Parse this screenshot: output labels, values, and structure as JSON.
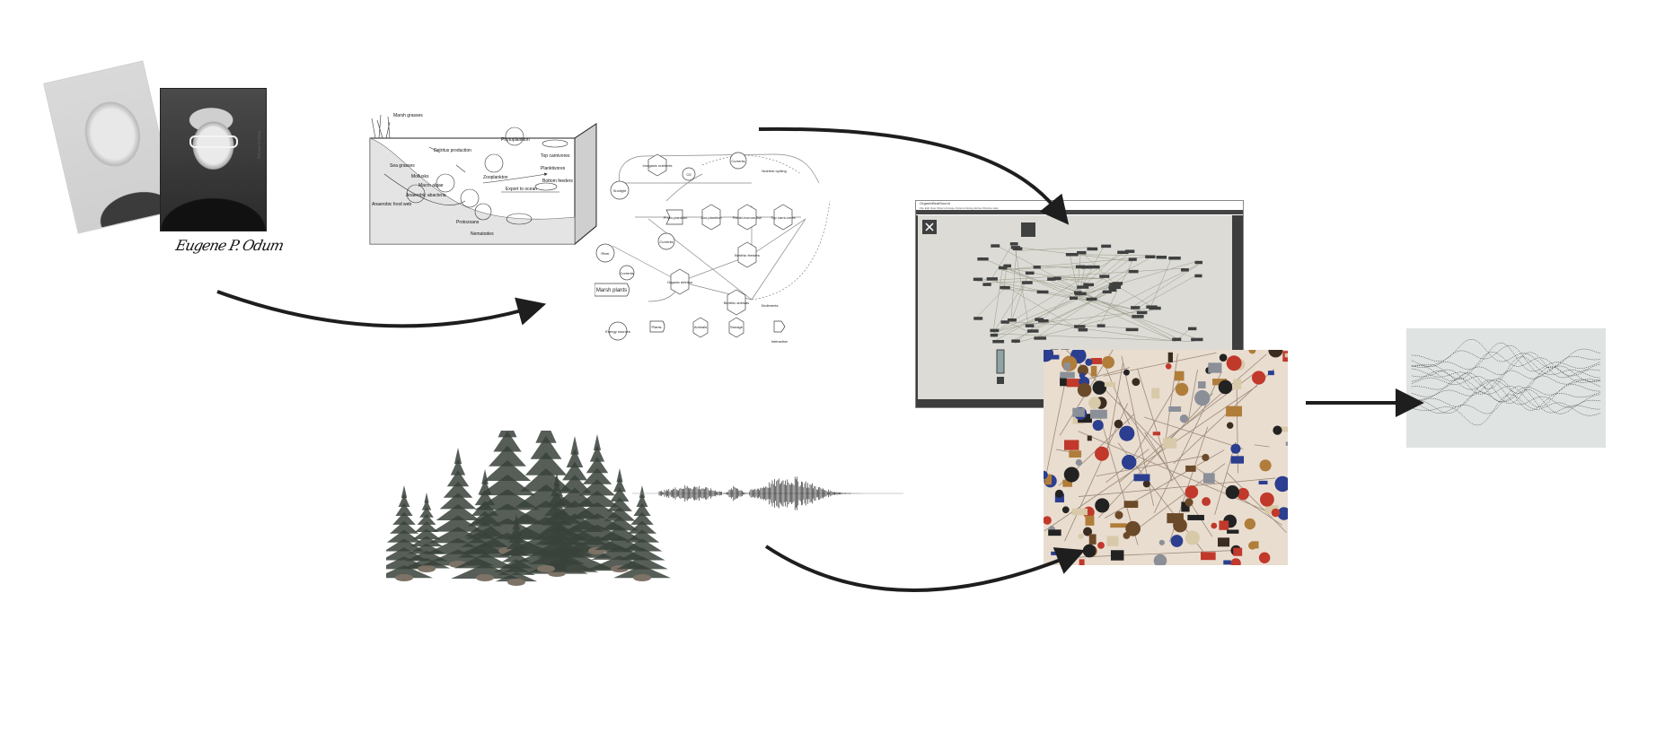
{
  "portraits": {
    "photo_credit": "Photo by Kinnaug",
    "signature": "Eugene P. Odum"
  },
  "estuary_illustration": {
    "labels": [
      "Marsh grasses",
      "Detritus production",
      "Phytoplankton",
      "Top carnivores",
      "Sea grasses",
      "Zooplankton",
      "Planktivores",
      "Mollusks",
      "Macro algae",
      "Bottom feeders",
      "Anaerobic abacteria",
      "Export to ocean",
      "Anaerobic food web",
      "Protozoans",
      "Nematodes"
    ]
  },
  "energy_diagram": {
    "nodes": [
      "Currents",
      "Inorganic nutrients",
      "O2",
      "Sunlight",
      "Phyto-plankton",
      "Zoo-plankton",
      "Plankt-ivorous fish",
      "Top carni-vores",
      "Currents",
      "River",
      "Benthic feeders",
      "Organic detritus",
      "Benthic animals",
      "Currents",
      "Marsh plants"
    ],
    "annotations": [
      "Nutrient cycling",
      "Sediments"
    ],
    "legend": [
      "Energy sources",
      "Plants",
      "Animals",
      "Storage",
      "Interaction"
    ]
  },
  "max_patch_window": {
    "title": "OrganicBeatSound",
    "menu": [
      "File",
      "Edit",
      "View",
      "Object",
      "Arrange",
      "Options",
      "Debug",
      "Extras",
      "Window",
      "Help"
    ]
  },
  "colors": {
    "arrow": "#1e1e1e",
    "patch_bg": "#dcdbd6",
    "patch_object": "#3f4040",
    "circuit_bg": "#e9ddd0"
  }
}
